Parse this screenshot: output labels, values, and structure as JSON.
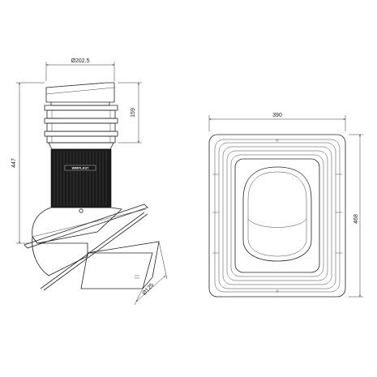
{
  "dimensions": {
    "top_diameter": "Ø202.5",
    "cap_height": "159",
    "total_height": "447",
    "pipe_diameter": "Ø125",
    "plate_width": "390",
    "plate_height": "468"
  },
  "brand": "WIRPLAST",
  "colors": {
    "line": "#222222",
    "body_fill": "#1a1a1a",
    "background": "#ffffff"
  }
}
